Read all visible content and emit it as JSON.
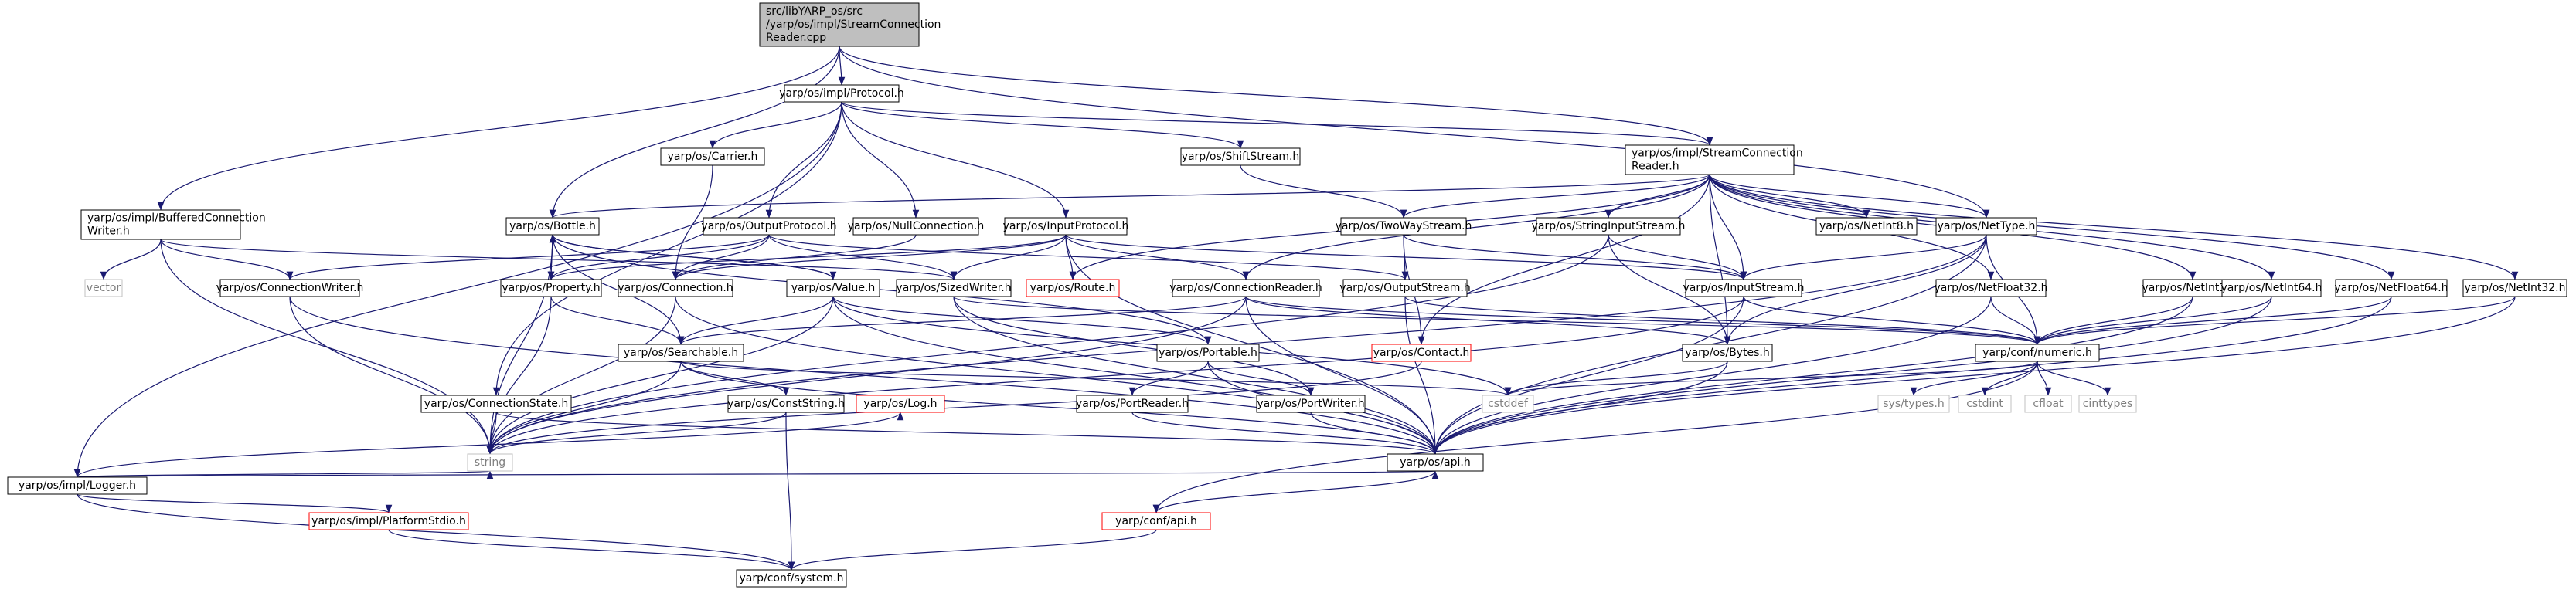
{
  "colors": {
    "normal_border": "#000000",
    "missing_border": "#c0c0c0",
    "missing_text": "#7f7f7f",
    "truncated_border": "#ff0000",
    "root_fill": "#bfbfbf",
    "node_fill": "#ffffff",
    "edge": "#191970"
  },
  "nodes": [
    {
      "id": "root",
      "lines": [
        "src/libYARP_os/src",
        "/yarp/os/impl/StreamConnection",
        "Reader.cpp"
      ],
      "kind": "root"
    },
    {
      "id": "protocol",
      "lines": [
        "yarp/os/impl/Protocol.h"
      ],
      "kind": "normal"
    },
    {
      "id": "scr_h",
      "lines": [
        "yarp/os/impl/StreamConnection",
        "Reader.h"
      ],
      "kind": "normal"
    },
    {
      "id": "bufwriter",
      "lines": [
        "yarp/os/impl/BufferedConnection",
        "Writer.h"
      ],
      "kind": "normal"
    },
    {
      "id": "logger",
      "lines": [
        "yarp/os/impl/Logger.h"
      ],
      "kind": "normal"
    },
    {
      "id": "carrier",
      "lines": [
        "yarp/os/Carrier.h"
      ],
      "kind": "normal"
    },
    {
      "id": "outproto",
      "lines": [
        "yarp/os/OutputProtocol.h"
      ],
      "kind": "normal"
    },
    {
      "id": "nullconn",
      "lines": [
        "yarp/os/NullConnection.h"
      ],
      "kind": "normal"
    },
    {
      "id": "inproto",
      "lines": [
        "yarp/os/InputProtocol.h"
      ],
      "kind": "normal"
    },
    {
      "id": "shiftstream",
      "lines": [
        "yarp/os/ShiftStream.h"
      ],
      "kind": "normal"
    },
    {
      "id": "bottle",
      "lines": [
        "yarp/os/Bottle.h"
      ],
      "kind": "normal"
    },
    {
      "id": "twoway",
      "lines": [
        "yarp/os/TwoWayStream.h"
      ],
      "kind": "normal"
    },
    {
      "id": "stringinput",
      "lines": [
        "yarp/os/StringInputStream.h"
      ],
      "kind": "normal"
    },
    {
      "id": "netint8",
      "lines": [
        "yarp/os/NetInt8.h"
      ],
      "kind": "normal"
    },
    {
      "id": "nettype",
      "lines": [
        "yarp/os/NetType.h"
      ],
      "kind": "normal"
    },
    {
      "id": "vector",
      "lines": [
        "vector"
      ],
      "kind": "missing"
    },
    {
      "id": "connwriter",
      "lines": [
        "yarp/os/ConnectionWriter.h"
      ],
      "kind": "normal"
    },
    {
      "id": "property",
      "lines": [
        "yarp/os/Property.h"
      ],
      "kind": "normal"
    },
    {
      "id": "connection",
      "lines": [
        "yarp/os/Connection.h"
      ],
      "kind": "normal"
    },
    {
      "id": "value",
      "lines": [
        "yarp/os/Value.h"
      ],
      "kind": "normal"
    },
    {
      "id": "sizedwriter",
      "lines": [
        "yarp/os/SizedWriter.h"
      ],
      "kind": "normal"
    },
    {
      "id": "route",
      "lines": [
        "yarp/os/Route.h"
      ],
      "kind": "truncated"
    },
    {
      "id": "connreader",
      "lines": [
        "yarp/os/ConnectionReader.h"
      ],
      "kind": "normal"
    },
    {
      "id": "outstream",
      "lines": [
        "yarp/os/OutputStream.h"
      ],
      "kind": "normal"
    },
    {
      "id": "instream",
      "lines": [
        "yarp/os/InputStream.h"
      ],
      "kind": "normal"
    },
    {
      "id": "netfloat32",
      "lines": [
        "yarp/os/NetFloat32.h"
      ],
      "kind": "normal"
    },
    {
      "id": "netint16",
      "lines": [
        "yarp/os/NetInt16.h"
      ],
      "kind": "normal"
    },
    {
      "id": "netint64",
      "lines": [
        "yarp/os/NetInt64.h"
      ],
      "kind": "normal"
    },
    {
      "id": "netfloat64",
      "lines": [
        "yarp/os/NetFloat64.h"
      ],
      "kind": "normal"
    },
    {
      "id": "netint32",
      "lines": [
        "yarp/os/NetInt32.h"
      ],
      "kind": "normal"
    },
    {
      "id": "searchable",
      "lines": [
        "yarp/os/Searchable.h"
      ],
      "kind": "normal"
    },
    {
      "id": "portable",
      "lines": [
        "yarp/os/Portable.h"
      ],
      "kind": "normal"
    },
    {
      "id": "contact",
      "lines": [
        "yarp/os/Contact.h"
      ],
      "kind": "truncated"
    },
    {
      "id": "bytes",
      "lines": [
        "yarp/os/Bytes.h"
      ],
      "kind": "normal"
    },
    {
      "id": "numeric",
      "lines": [
        "yarp/conf/numeric.h"
      ],
      "kind": "normal"
    },
    {
      "id": "connstate",
      "lines": [
        "yarp/os/ConnectionState.h"
      ],
      "kind": "normal"
    },
    {
      "id": "conststring",
      "lines": [
        "yarp/os/ConstString.h"
      ],
      "kind": "normal"
    },
    {
      "id": "log",
      "lines": [
        "yarp/os/Log.h"
      ],
      "kind": "truncated"
    },
    {
      "id": "portreader",
      "lines": [
        "yarp/os/PortReader.h"
      ],
      "kind": "normal"
    },
    {
      "id": "portwriter",
      "lines": [
        "yarp/os/PortWriter.h"
      ],
      "kind": "normal"
    },
    {
      "id": "cstddef",
      "lines": [
        "cstddef"
      ],
      "kind": "missing"
    },
    {
      "id": "systypes",
      "lines": [
        "sys/types.h"
      ],
      "kind": "missing"
    },
    {
      "id": "cstdint",
      "lines": [
        "cstdint"
      ],
      "kind": "missing"
    },
    {
      "id": "cfloat",
      "lines": [
        "cfloat"
      ],
      "kind": "missing"
    },
    {
      "id": "cinttypes",
      "lines": [
        "cinttypes"
      ],
      "kind": "missing"
    },
    {
      "id": "string",
      "lines": [
        "string"
      ],
      "kind": "missing"
    },
    {
      "id": "api_os",
      "lines": [
        "yarp/os/api.h"
      ],
      "kind": "normal"
    },
    {
      "id": "platstdio",
      "lines": [
        "yarp/os/impl/PlatformStdio.h"
      ],
      "kind": "truncated"
    },
    {
      "id": "api_conf",
      "lines": [
        "yarp/conf/api.h"
      ],
      "kind": "truncated"
    },
    {
      "id": "system",
      "lines": [
        "yarp/conf/system.h"
      ],
      "kind": "normal"
    }
  ],
  "edges": [
    [
      "root",
      "protocol"
    ],
    [
      "root",
      "scr_h"
    ],
    [
      "root",
      "bufwriter"
    ],
    [
      "root",
      "bottle"
    ],
    [
      "root",
      "nettype"
    ],
    [
      "protocol",
      "logger"
    ],
    [
      "protocol",
      "carrier"
    ],
    [
      "protocol",
      "outproto"
    ],
    [
      "protocol",
      "nullconn"
    ],
    [
      "protocol",
      "inproto"
    ],
    [
      "protocol",
      "shiftstream"
    ],
    [
      "protocol",
      "scr_h"
    ],
    [
      "protocol",
      "connstate"
    ],
    [
      "scr_h",
      "bottle"
    ],
    [
      "scr_h",
      "twoway"
    ],
    [
      "scr_h",
      "stringinput"
    ],
    [
      "scr_h",
      "netint8"
    ],
    [
      "scr_h",
      "nettype"
    ],
    [
      "scr_h",
      "instream"
    ],
    [
      "scr_h",
      "connreader"
    ],
    [
      "scr_h",
      "route"
    ],
    [
      "scr_h",
      "contact"
    ],
    [
      "scr_h",
      "bytes"
    ],
    [
      "scr_h",
      "netfloat32"
    ],
    [
      "scr_h",
      "netint16"
    ],
    [
      "scr_h",
      "netint64"
    ],
    [
      "scr_h",
      "netfloat64"
    ],
    [
      "scr_h",
      "netint32"
    ],
    [
      "bufwriter",
      "vector"
    ],
    [
      "bufwriter",
      "connwriter"
    ],
    [
      "bufwriter",
      "sizedwriter"
    ],
    [
      "bufwriter",
      "string"
    ],
    [
      "logger",
      "log"
    ],
    [
      "logger",
      "string"
    ],
    [
      "logger",
      "platstdio"
    ],
    [
      "logger",
      "api_os"
    ],
    [
      "logger",
      "system"
    ],
    [
      "carrier",
      "connection"
    ],
    [
      "outproto",
      "connwriter"
    ],
    [
      "outproto",
      "property"
    ],
    [
      "outproto",
      "connection"
    ],
    [
      "outproto",
      "sizedwriter"
    ],
    [
      "outproto",
      "outstream"
    ],
    [
      "nullconn",
      "connection"
    ],
    [
      "inproto",
      "connection"
    ],
    [
      "inproto",
      "property"
    ],
    [
      "inproto",
      "sizedwriter"
    ],
    [
      "inproto",
      "route"
    ],
    [
      "inproto",
      "connreader"
    ],
    [
      "inproto",
      "instream"
    ],
    [
      "inproto",
      "api_os"
    ],
    [
      "shiftstream",
      "twoway"
    ],
    [
      "bottle",
      "property"
    ],
    [
      "bottle",
      "value"
    ],
    [
      "bottle",
      "searchable"
    ],
    [
      "bottle",
      "portable"
    ],
    [
      "bottle",
      "string"
    ],
    [
      "twoway",
      "instream"
    ],
    [
      "twoway",
      "outstream"
    ],
    [
      "twoway",
      "contact"
    ],
    [
      "stringinput",
      "instream"
    ],
    [
      "stringinput",
      "bytes"
    ],
    [
      "stringinput",
      "string"
    ],
    [
      "nettype",
      "instream"
    ],
    [
      "nettype",
      "bytes"
    ],
    [
      "nettype",
      "numeric"
    ],
    [
      "nettype",
      "string"
    ],
    [
      "nettype",
      "api_os"
    ],
    [
      "connwriter",
      "string"
    ],
    [
      "connwriter",
      "api_os"
    ],
    [
      "property",
      "bottle"
    ],
    [
      "property",
      "searchable"
    ],
    [
      "property",
      "string"
    ],
    [
      "connection",
      "string"
    ],
    [
      "connection",
      "api_os"
    ],
    [
      "value",
      "bottle"
    ],
    [
      "value",
      "searchable"
    ],
    [
      "value",
      "portable"
    ],
    [
      "value",
      "cstddef"
    ],
    [
      "value",
      "string"
    ],
    [
      "value",
      "api_os"
    ],
    [
      "sizedwriter",
      "portwriter"
    ],
    [
      "sizedwriter",
      "api_os"
    ],
    [
      "sizedwriter",
      "numeric"
    ],
    [
      "connreader",
      "searchable"
    ],
    [
      "connreader",
      "bytes"
    ],
    [
      "connreader",
      "numeric"
    ],
    [
      "connreader",
      "api_os"
    ],
    [
      "connreader",
      "string"
    ],
    [
      "outstream",
      "numeric"
    ],
    [
      "outstream",
      "api_os"
    ],
    [
      "instream",
      "numeric"
    ],
    [
      "instream",
      "string"
    ],
    [
      "instream",
      "api_os"
    ],
    [
      "netfloat32",
      "numeric"
    ],
    [
      "netfloat32",
      "api_os"
    ],
    [
      "netint16",
      "numeric"
    ],
    [
      "netint16",
      "api_os"
    ],
    [
      "netint64",
      "numeric"
    ],
    [
      "netint64",
      "api_os"
    ],
    [
      "netfloat64",
      "numeric"
    ],
    [
      "netfloat64",
      "api_os"
    ],
    [
      "netint32",
      "numeric"
    ],
    [
      "netint32",
      "api_os"
    ],
    [
      "searchable",
      "conststring"
    ],
    [
      "searchable",
      "string"
    ],
    [
      "searchable",
      "api_os"
    ],
    [
      "searchable",
      "cstddef"
    ],
    [
      "portable",
      "portreader"
    ],
    [
      "portable",
      "portwriter"
    ],
    [
      "portable",
      "api_os"
    ],
    [
      "bytes",
      "cstddef"
    ],
    [
      "bytes",
      "api_os"
    ],
    [
      "contact",
      "string"
    ],
    [
      "numeric",
      "systypes"
    ],
    [
      "numeric",
      "cstdint"
    ],
    [
      "numeric",
      "cfloat"
    ],
    [
      "numeric",
      "cinttypes"
    ],
    [
      "numeric",
      "cstddef"
    ],
    [
      "numeric",
      "api_conf"
    ],
    [
      "connstate",
      "string"
    ],
    [
      "connstate",
      "api_os"
    ],
    [
      "conststring",
      "string"
    ],
    [
      "conststring",
      "system"
    ],
    [
      "portreader",
      "api_os"
    ],
    [
      "portwriter",
      "api_os"
    ],
    [
      "api_os",
      "api_conf"
    ],
    [
      "api_conf",
      "system"
    ],
    [
      "platstdio",
      "system"
    ]
  ]
}
